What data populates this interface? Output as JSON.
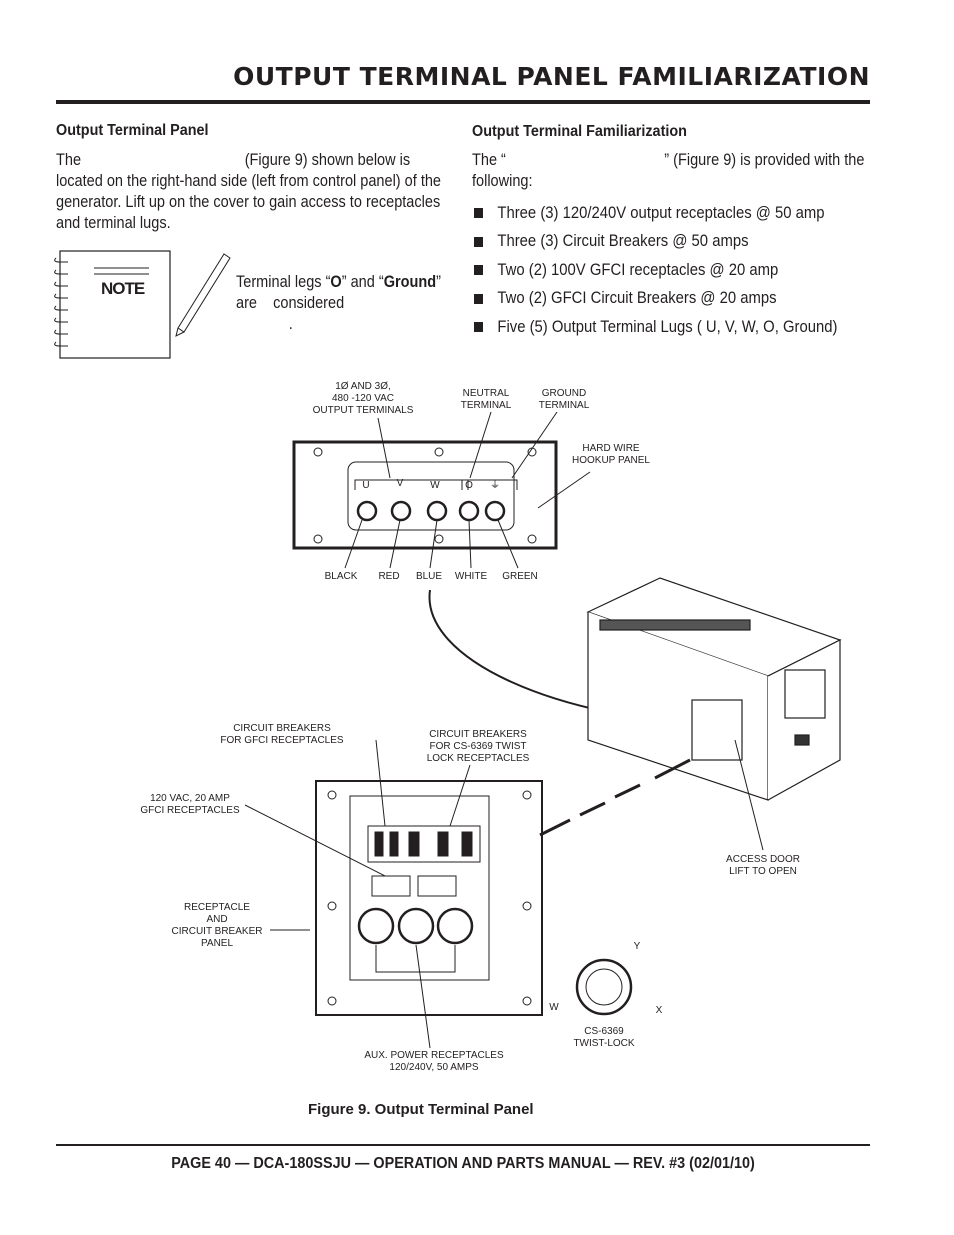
{
  "header": {
    "title": "OUTPUT  TERMINAL PANEL FAMILIARIZATION"
  },
  "left": {
    "heading": "Output Terminal Panel",
    "para_start": "The",
    "para_rest": "(Figure 9) shown below is located on the right-hand side (left from control panel) of the generator. Lift up on the cover to gain access to receptacles and terminal lugs.",
    "note_label": "NOTE",
    "note_line1_a": "Terminal legs “",
    "note_line1_b": "O",
    "note_line1_c": "” and “",
    "note_line1_d": "Ground",
    "note_line1_e": "”",
    "note_line2": "are    considered",
    "note_line3": "."
  },
  "right": {
    "heading": "Output Terminal Familiarization",
    "para_a": "The “",
    "para_b": "” (Figure 9) is provided with the following:",
    "bullets": [
      "Three (3) 120/240V output receptacles @ 50 amp",
      "Three (3) Circuit Breakers @ 50 amps",
      "Two (2) 100V GFCI receptacles @ 20 amp",
      "Two (2) GFCI Circuit Breakers @ 20 amps",
      "Five (5) Output Terminal Lugs ( U, V, W, O, Ground)"
    ]
  },
  "figure": {
    "output_terminals": [
      "1Ø AND 3Ø,",
      "480 -120 VAC",
      "OUTPUT TERMINALS"
    ],
    "neutral": [
      "NEUTRAL",
      "TERMINAL"
    ],
    "ground": [
      "GROUND",
      "TERMINAL"
    ],
    "hookup": [
      "HARD WIRE",
      "HOOKUP PANEL"
    ],
    "terminals": [
      "U",
      "V",
      "W",
      "O"
    ],
    "wires": [
      "BLACK",
      "RED",
      "BLUE",
      "WHITE",
      "GREEN"
    ],
    "cb_gfci": [
      "CIRCUIT BREAKERS",
      "FOR GFCI RECEPTACLES"
    ],
    "cb_twist": [
      "CIRCUIT BREAKERS",
      "FOR CS-6369 TWIST",
      "LOCK RECEPTACLES"
    ],
    "gfci": [
      "120 VAC, 20 AMP",
      "GFCI RECEPTACLES"
    ],
    "rcb_panel": [
      "RECEPTACLE",
      "AND",
      "CIRCUIT BREAKER",
      "PANEL"
    ],
    "aux": [
      "AUX. POWER RECEPTACLES",
      "120/240V, 50 AMPS"
    ],
    "access": [
      "ACCESS DOOR",
      "LIFT TO OPEN"
    ],
    "twist": [
      "CS-6369",
      "TWIST-LOCK"
    ],
    "twist_pins": [
      "Y",
      "W",
      "X"
    ],
    "caption": "Figure 9. Output Terminal Panel"
  },
  "footer": {
    "text": "PAGE 40 — DCA-180SSJU — OPERATION AND PARTS  MANUAL — REV. #3  (02/01/10)"
  }
}
